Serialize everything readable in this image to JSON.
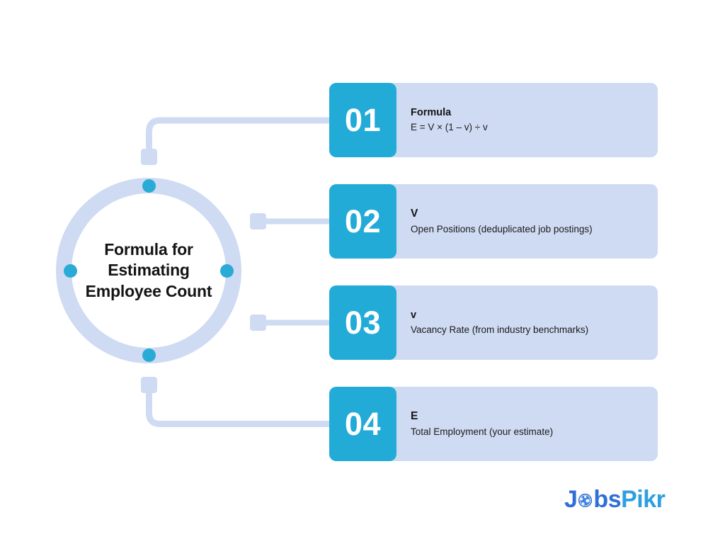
{
  "center": {
    "title": "Formula for Estimating Employee Count",
    "ring_color": "#cedbf2",
    "dot_color": "#29abd6"
  },
  "theme": {
    "accent": "#23abd8",
    "card_bg": "#cedbf2",
    "connector": "#cedbf2",
    "text": "#141414",
    "background": "#ffffff"
  },
  "steps": [
    {
      "number": "01",
      "title": "Formula",
      "desc": "E = V × (1 – v) ÷ v"
    },
    {
      "number": "02",
      "title": "V",
      "desc": "Open Positions (deduplicated job postings)"
    },
    {
      "number": "03",
      "title": "v",
      "desc": "Vacancy Rate (from industry benchmarks)"
    },
    {
      "number": "04",
      "title": "E",
      "desc": "Total Employment (your estimate)"
    }
  ],
  "logo": {
    "part1": "J",
    "globe": "globe-icon",
    "part2": "bs",
    "part3": "Pikr",
    "full_text": "JobsPikr",
    "color_dark": "#2f6fd8",
    "color_light": "#2e9fe0"
  }
}
